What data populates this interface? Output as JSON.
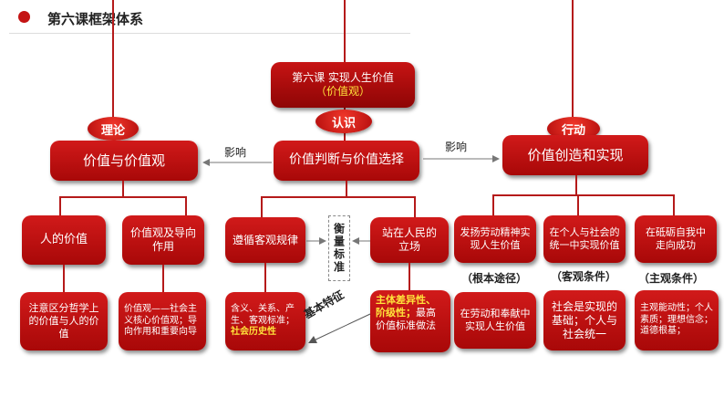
{
  "header": {
    "title": "第六课框架体系"
  },
  "top": {
    "line1": "第六课  实现人生价值",
    "line2": "（价值观）"
  },
  "tags": {
    "theory": "理论",
    "cognition": "认识",
    "action": "行动"
  },
  "main": {
    "left": "价值与价值观",
    "center": "价值判断与价值选择",
    "right": "价值创造和实现",
    "influence_left": "影响",
    "influence_right": "影响"
  },
  "level3": {
    "human_value": "人的价值",
    "values_guidance": "价值观及导向作用",
    "follow_law": "遵循客观规律",
    "standard": "衡量标准",
    "people_stand": "站在人民的立场",
    "labor": "发扬劳动精神实现人生价值",
    "unity": "在个人与社会的统一中实现价值",
    "adversity": "在砥砺自我中走向成功"
  },
  "conditions": {
    "root": "（根本途径）",
    "objective": "（客观条件）",
    "subjective": "（主观条件）"
  },
  "level4": {
    "distinguish": "注意区分哲学上的价值与人的价值",
    "values_text": "价值观——社会主义核心价值观；导向作用和重要向导",
    "law_text_normal": "含义、关系、产生、客观标准；",
    "law_text_highlight": "社会历史性",
    "stand_highlight": "主体差异性、阶级性；",
    "stand_normal": "最高价值标准做法",
    "labor_text": "在劳动和奉献中实现人生价值",
    "unity_text": "社会是实现的基础；个人与社会统一",
    "adversity_text": "主观能动性；个人素质；理想信念；道德根基；"
  },
  "basic_feature": "基本特征"
}
